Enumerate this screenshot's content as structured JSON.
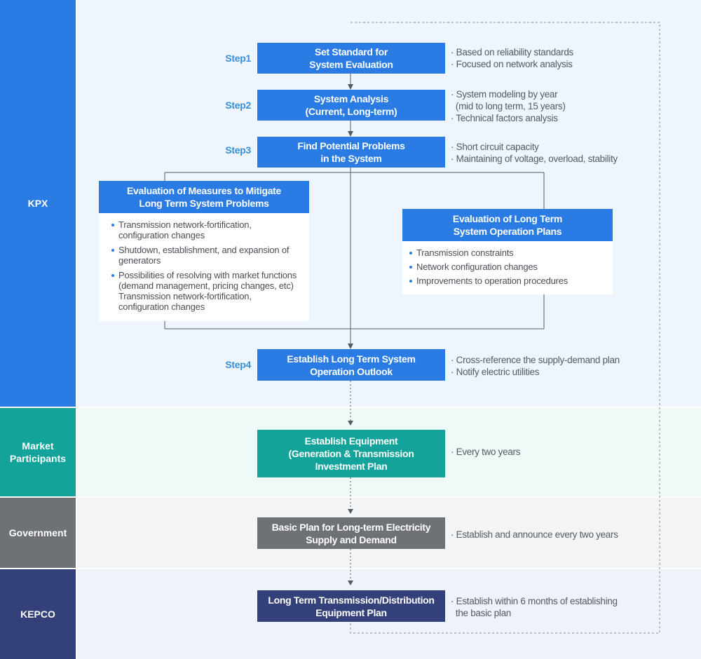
{
  "lanes": {
    "kpx": "KPX",
    "market": "Market Participants",
    "government": "Government",
    "kepco": "KEPCO"
  },
  "steps": {
    "step1": "Step1",
    "step2": "Step2",
    "step3": "Step3",
    "step4": "Step4"
  },
  "boxes": {
    "set_standard": [
      "Set Standard for",
      "System Evaluation"
    ],
    "system_analysis": [
      "System Analysis",
      "(Current, Long-term)"
    ],
    "find_problems": [
      "Find Potential Problems",
      "in the System"
    ],
    "eval_measures": [
      "Evaluation of Measures to Mitigate",
      "Long Term System Problems"
    ],
    "eval_operation": [
      "Evaluation of Long Term",
      "System Operation Plans"
    ],
    "establish_outlook": [
      "Establish Long Term System",
      "Operation Outlook"
    ],
    "establish_equipment": [
      "Establish Equipment",
      "(Generation & Transmission",
      "Investment Plan"
    ],
    "basic_plan": [
      "Basic Plan for Long-term Electricity",
      "Supply and Demand"
    ],
    "transmission_plan": [
      "Long Term Transmission/Distribution",
      "Equipment Plan"
    ]
  },
  "notes": {
    "step1": [
      "· Based on reliability standards",
      "· Focused on network analysis"
    ],
    "step2": [
      "· System modeling by year",
      "  (mid to long term, 15 years)",
      "· Technical factors analysis"
    ],
    "step3": [
      "· Short circuit capacity",
      "· Maintaining of voltage, overload, stability"
    ],
    "step4": [
      "· Cross-reference the supply-demand plan",
      "· Notify electric utilities"
    ],
    "equipment": [
      "· Every two years"
    ],
    "basic_plan": [
      "· Establish and announce every two years"
    ],
    "transmission": [
      "· Establish within 6 months of establishing",
      "  the basic plan"
    ]
  },
  "panels": {
    "measures_items": [
      "Transmission network-fortification, configuration changes",
      "Shutdown, establishment, and expansion of generators",
      "Possibilities of resolving with market functions (demand management, pricing changes, etc) Transmission network-fortification, configuration changes"
    ],
    "operation_items": [
      "Transmission constraints",
      "Network configuration changes",
      "Improvements to operation procedures"
    ]
  },
  "colors": {
    "kpx": "#2a7be4",
    "market": "#13a39a",
    "government": "#6e7277",
    "kepco": "#34407a",
    "step_text": "#3a8fd6"
  }
}
